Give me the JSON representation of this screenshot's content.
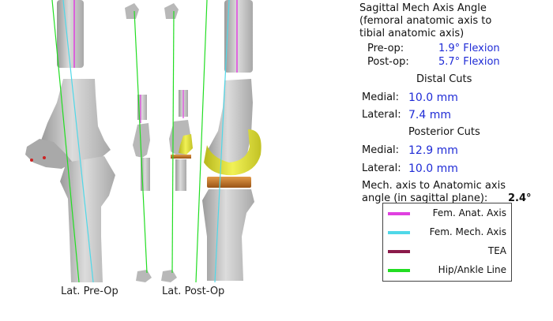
{
  "views": {
    "pre_op_label": "Lat. Pre-Op",
    "post_op_label": "Lat. Post-Op"
  },
  "panel": {
    "title_line1": "Sagittal Mech Axis Angle",
    "title_line2": "(femoral anatomic axis to",
    "title_line3": "tibial anatomic axis)",
    "pre_op_label": "Pre-op:",
    "pre_op_value": "1.9° Flexion",
    "post_op_label": "Post-op:",
    "post_op_value": "5.7° Flexion",
    "distal_cuts_heading": "Distal Cuts",
    "distal_medial_label": "Medial:",
    "distal_medial_value": "10.0 mm",
    "distal_lateral_label": "Lateral:",
    "distal_lateral_value": "7.4 mm",
    "posterior_cuts_heading": "Posterior Cuts",
    "posterior_medial_label": "Medial:",
    "posterior_medial_value": "12.9 mm",
    "posterior_lateral_label": "Lateral:",
    "posterior_lateral_value": "10.0 mm",
    "mech_axis_line1": "Mech. axis to Anatomic axis",
    "mech_axis_line2": "angle (in sagittal plane):",
    "mech_axis_value": "2.4°"
  },
  "legend": {
    "items": [
      {
        "label": "Fem. Anat. Axis",
        "color": "#e040e0"
      },
      {
        "label": "Fem. Mech. Axis",
        "color": "#4fd8e8"
      },
      {
        "label": "TEA",
        "color": "#8b1a4a"
      },
      {
        "label": "Hip/Ankle Line",
        "color": "#22dd22"
      }
    ]
  },
  "colors": {
    "bone": "#c9c9c9",
    "implant": "#e2e23a",
    "spacer": "#c7782a",
    "value_text": "#1f2bd6"
  }
}
